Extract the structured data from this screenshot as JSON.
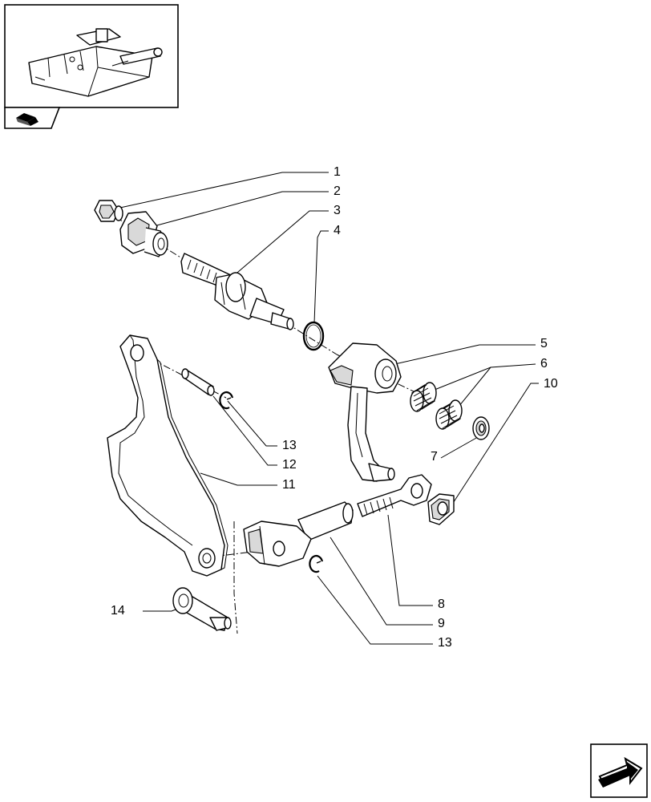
{
  "diagram": {
    "callouts": [
      {
        "id": "c1",
        "label": "1"
      },
      {
        "id": "c2",
        "label": "2"
      },
      {
        "id": "c3",
        "label": "3"
      },
      {
        "id": "c4",
        "label": "4"
      },
      {
        "id": "c5",
        "label": "5"
      },
      {
        "id": "c6",
        "label": "6"
      },
      {
        "id": "c10",
        "label": "10"
      },
      {
        "id": "c7",
        "label": "7"
      },
      {
        "id": "c13a",
        "label": "13"
      },
      {
        "id": "c12",
        "label": "12"
      },
      {
        "id": "c11",
        "label": "11"
      },
      {
        "id": "c14",
        "label": "14"
      },
      {
        "id": "c8",
        "label": "8"
      },
      {
        "id": "c9",
        "label": "9"
      },
      {
        "id": "c13b",
        "label": "13"
      }
    ]
  },
  "icons": {
    "thumbnail": "tractor-hitch-assembly-thumbnail",
    "section_tab": "book-section-icon",
    "next_page": "next-page-arrow-icon"
  },
  "colors": {
    "line": "#000000",
    "background": "#ffffff",
    "shading": "#d9d9d9"
  }
}
